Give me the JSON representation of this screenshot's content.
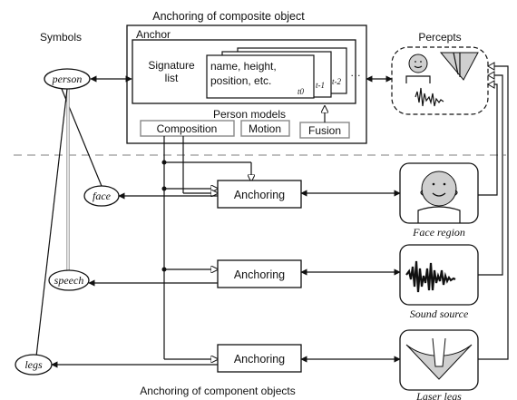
{
  "titles": {
    "composite": "Anchoring of composite object",
    "component": "Anchoring of component objects"
  },
  "symbols": {
    "header": "Symbols",
    "person": "person",
    "face": "face",
    "speech": "speech",
    "legs": "legs"
  },
  "anchor": {
    "label": "Anchor",
    "signature_line1": "Signature",
    "signature_line2": "list",
    "card_line1": "name, height,",
    "card_line2": "position, etc.",
    "t0": "t0",
    "t1": "t-1",
    "t2": "t-2"
  },
  "models": {
    "header": "Person models",
    "composition": "Composition",
    "motion": "Motion",
    "fusion": "Fusion"
  },
  "percepts": {
    "header": "Percepts"
  },
  "anchoring_boxes": [
    "Anchoring",
    "Anchoring",
    "Anchoring"
  ],
  "sensors": {
    "face": "Face region",
    "sound": "Sound source",
    "laser": "Laser legs"
  },
  "colors": {
    "line": "#111111",
    "gray_link": "#8a8a8a",
    "panel_fill": "#dddddd",
    "face_fill": "#cfcfcf"
  }
}
